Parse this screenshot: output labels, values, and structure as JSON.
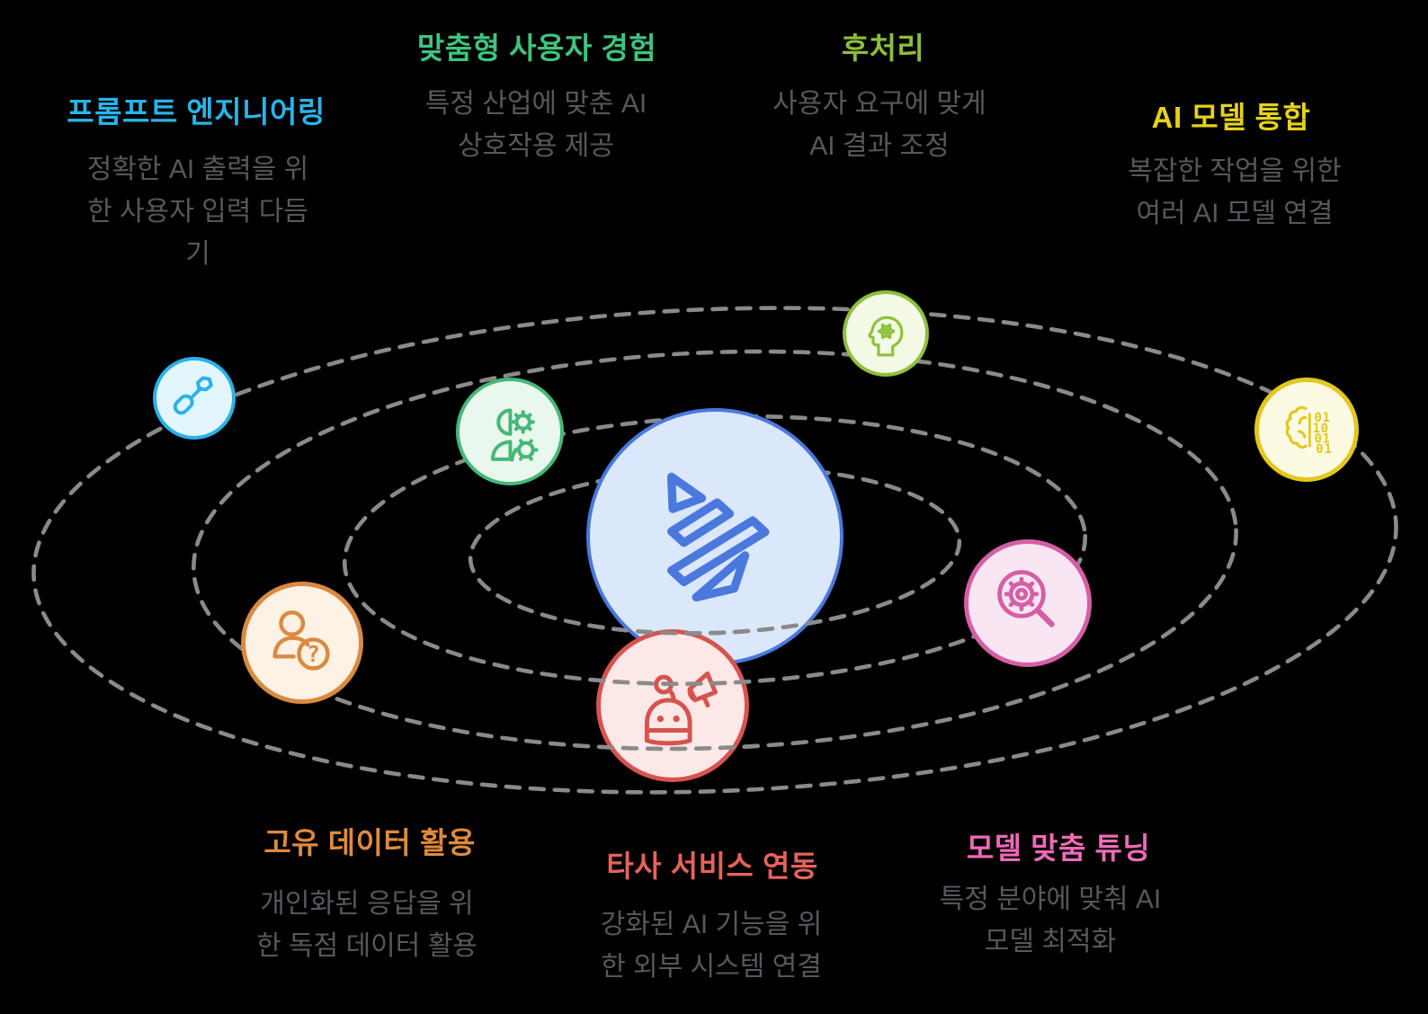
{
  "theme": {
    "background": "#000000",
    "orbit_color": "#8a8a8a",
    "description_color": "#56585c",
    "center": {
      "stroke": "#4a78dd",
      "fill": "#dbe7fa"
    }
  },
  "nodes": [
    {
      "id": "prompt-engineering",
      "title": "프롬프트 엔지니어링",
      "description": "정확한 AI 출력을 위\n한 사용자 입력 다듬\n기",
      "accent": "#29b4ea",
      "circle_stroke": "#29b2e8",
      "circle_fill": "#e3f5fd",
      "icon": "screwdriver-icon"
    },
    {
      "id": "custom-user-experience",
      "title": "맞춤형 사용자 경험",
      "description": "특정 산업에 맞춘 AI\n상호작용 제공",
      "accent": "#3ec47e",
      "circle_stroke": "#46b878",
      "circle_fill": "#eaf7ef",
      "icon": "user-gear-icon"
    },
    {
      "id": "post-processing",
      "title": "후처리",
      "description": "사용자 요구에 맞게\nAI 결과 조정",
      "accent": "#8cbe3a",
      "circle_stroke": "#8fc03c",
      "circle_fill": "#f3f9e4",
      "icon": "head-gear-icon"
    },
    {
      "id": "ai-model-integration",
      "title": "AI 모델 통합",
      "description": "복잡한 작업을 위한\n여러 AI 모델 연결",
      "accent": "#e5d21a",
      "circle_stroke": "#e2c81f",
      "circle_fill": "#fdfae4",
      "icon": "brain-binary-icon"
    },
    {
      "id": "unique-data-utilization",
      "title": "고유 데이터 활용",
      "description": "개인화된 응답을 위\n한 독점 데이터 활용",
      "accent": "#df8a3d",
      "circle_stroke": "#da8a40",
      "circle_fill": "#fdf2e3",
      "icon": "user-question-icon"
    },
    {
      "id": "third-party-service-integration",
      "title": "타사 서비스 연동",
      "description": "강화된 AI 기능을 위\n한 외부 시스템 연결",
      "accent": "#e5625d",
      "circle_stroke": "#d7534f",
      "circle_fill": "#fce8e6",
      "icon": "robot-megaphone-icon"
    },
    {
      "id": "model-custom-tuning",
      "title": "모델 맞춤 튜닝",
      "description": "특정 분야에 맞춰 AI\n모델 최적화",
      "accent": "#ee6ab7",
      "circle_stroke": "#d55fa5",
      "circle_fill": "#fae6f2",
      "icon": "magnifier-gear-icon"
    }
  ],
  "icon_text": {
    "binary_rows": [
      "01",
      "10",
      "01",
      "01"
    ],
    "question_mark": "?"
  }
}
